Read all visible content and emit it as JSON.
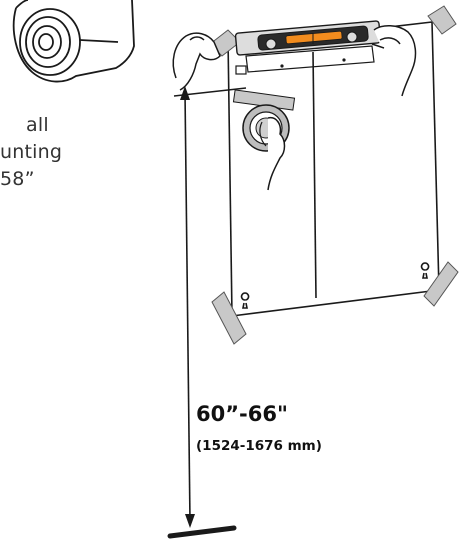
{
  "side_note": {
    "lines": [
      "all",
      "unting",
      "58”"
    ]
  },
  "height_label": {
    "imperial": "60”-66\"",
    "metric": "(1524-1676 mm)"
  },
  "colors": {
    "line": "#1a1a1a",
    "tape_gray": "#c8c8c8",
    "level_dark": "#2a2a2a",
    "bubble_orange": "#f28c1e"
  },
  "icons": [
    "tape-roll-icon",
    "level-icon",
    "hand-icon",
    "wall-mount-template-icon",
    "measurement-arrow-icon"
  ]
}
